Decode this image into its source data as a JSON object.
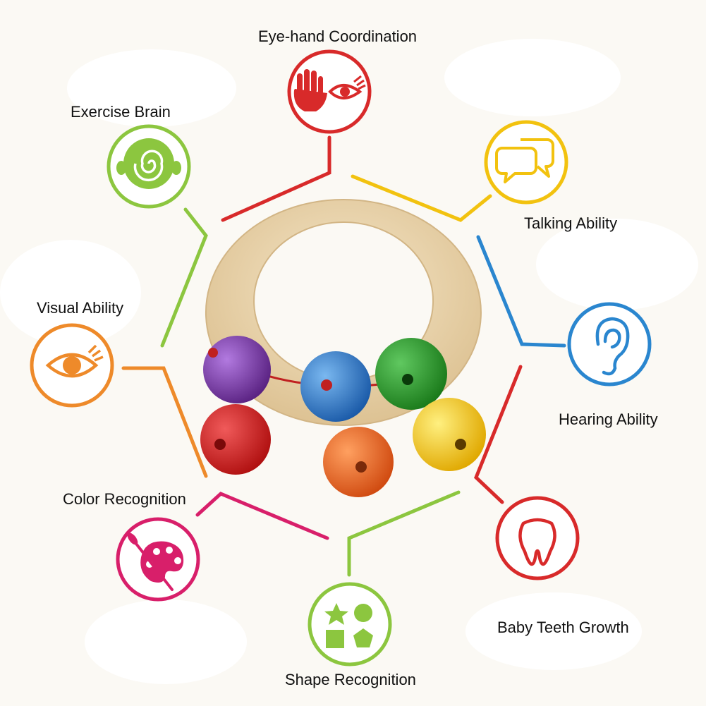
{
  "labels": {
    "eye_hand": "Eye-hand Coordination",
    "exercise_brain": "Exercise Brain",
    "talking": "Talking Ability",
    "visual": "Visual Ability",
    "hearing": "Hearing Ability",
    "color": "Color Recognition",
    "teeth": "Baby Teeth Growth",
    "shape": "Shape Recognition"
  },
  "icons": {
    "eye_hand": "hand-and-eye-icon",
    "exercise_brain": "spiral-head-icon",
    "talking": "speech-bubbles-icon",
    "visual": "eye-icon",
    "hearing": "ear-icon",
    "color": "paint-palette-icon",
    "teeth": "tooth-icon",
    "shape": "shapes-icon"
  },
  "colors": {
    "eye_hand": "#d82a2a",
    "exercise_brain": "#8cc63f",
    "talking": "#f2c20f",
    "visual": "#ee8a2a",
    "hearing": "#2a86cf",
    "color": "#d81f6a",
    "teeth": "#d82a2a",
    "shape": "#8cc63f",
    "wood": "#e6cfa2",
    "bead_purple": "#7a35a8",
    "bead_red": "#d72020",
    "bead_blue": "#2f7fd0",
    "bead_orange": "#f06a20",
    "bead_green": "#2a9a2a",
    "bead_yellow": "#f5cc10"
  }
}
